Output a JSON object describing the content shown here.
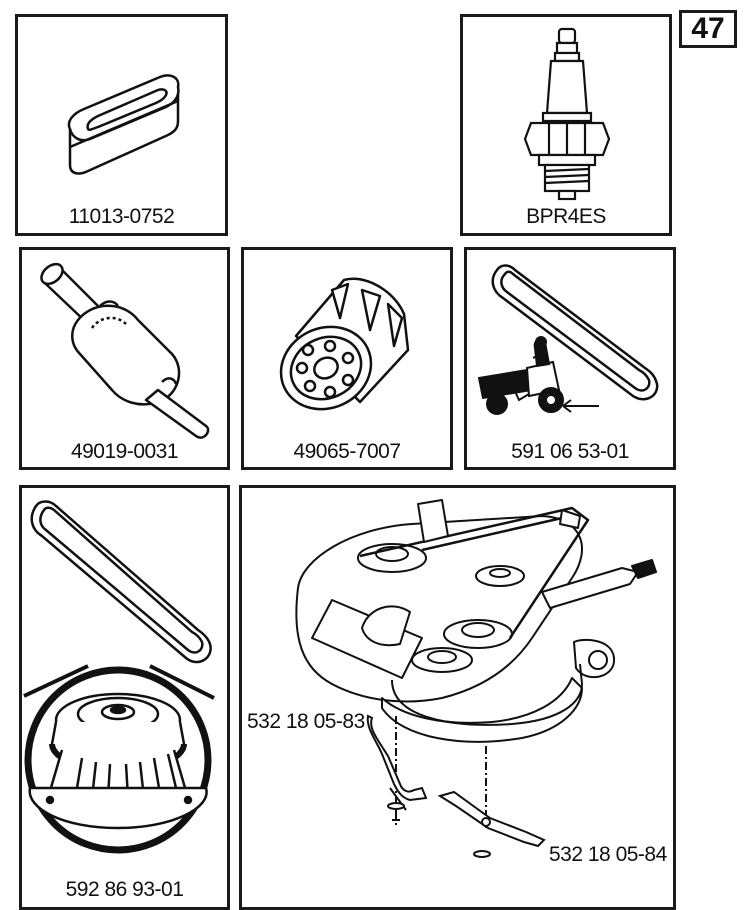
{
  "page": {
    "number": "47"
  },
  "parts": [
    {
      "id": "air-filter",
      "part_number": "11013-0752"
    },
    {
      "id": "spark-plug",
      "part_number": "BPR4ES"
    },
    {
      "id": "fuel-filter",
      "part_number": "49019-0031"
    },
    {
      "id": "oil-filter",
      "part_number": "49065-7007"
    },
    {
      "id": "drive-belt",
      "part_number": "591 06 53-01"
    },
    {
      "id": "deck-belt-pulley",
      "part_number": "592 86 93-01"
    }
  ],
  "deck": {
    "blade_left": "532 18 05-83",
    "blade_right": "532 18 05-84"
  },
  "icons": {
    "air-filter": "air-filter-icon",
    "spark-plug": "spark-plug-icon",
    "fuel-filter": "fuel-filter-icon",
    "oil-filter": "oil-filter-icon",
    "belt": "belt-icon",
    "tractor": "tractor-icon",
    "pulley": "pulley-icon",
    "mower-deck": "mower-deck-icon",
    "blade": "blade-icon"
  }
}
